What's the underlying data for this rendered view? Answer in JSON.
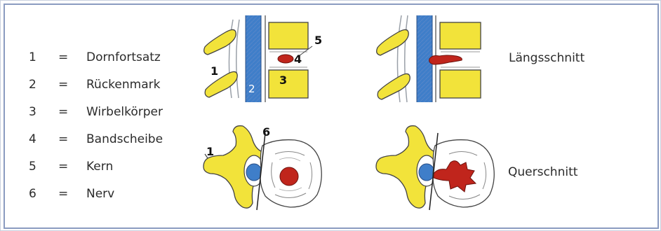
{
  "legend": {
    "items": [
      {
        "num": "1",
        "eq": "=",
        "term": "Dornfortsatz"
      },
      {
        "num": "2",
        "eq": "=",
        "term": "Rückenmark"
      },
      {
        "num": "3",
        "eq": "=",
        "term": "Wirbelkörper"
      },
      {
        "num": "4",
        "eq": "=",
        "term": "Bandscheibe"
      },
      {
        "num": "5",
        "eq": "=",
        "term": "Kern"
      },
      {
        "num": "6",
        "eq": "=",
        "term": "Nerv"
      }
    ]
  },
  "views": {
    "longitudinal_label": "Längsschnitt",
    "cross_label": "Querschnitt"
  },
  "figure_labels": {
    "l1": "1",
    "l2": "2",
    "l3": "3",
    "l4": "4",
    "l5": "5",
    "l6": "6",
    "c1": "1"
  },
  "colors": {
    "bone_yellow": "#f2e33a",
    "spinal_cord_blue": "#3f7ec9",
    "nucleus_red": "#c0251c",
    "frame_blue": "#8a9bc0"
  }
}
